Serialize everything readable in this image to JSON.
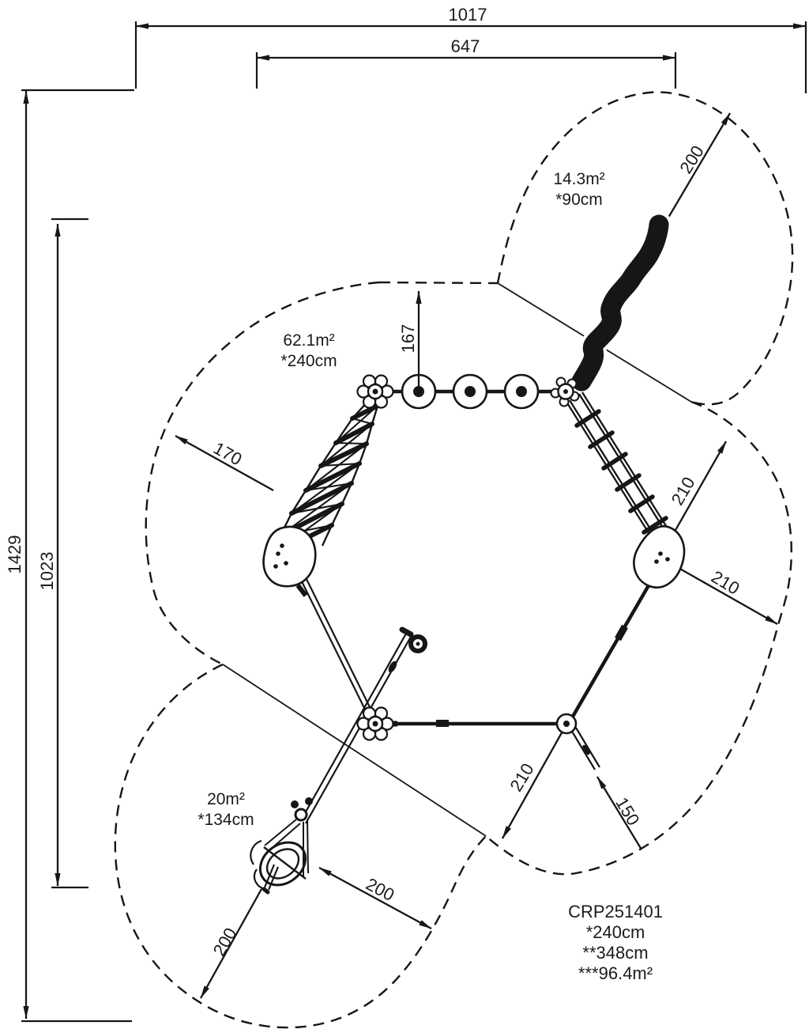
{
  "dimensions": {
    "overall_width": "1017",
    "inner_width": "647",
    "overall_height": "1429",
    "inner_height": "1023",
    "top_offset": "167",
    "net_clearance": "170",
    "slide_clearance": "200",
    "right_upper_clearance": "210",
    "right_lower_clearance": "210",
    "bottom_clearance": "210",
    "anchor_clearance": "150",
    "swing_clearance_left": "200",
    "swing_clearance_right": "200"
  },
  "zones": {
    "slide": {
      "area": "14.3m²",
      "fall_height": "*90cm"
    },
    "main": {
      "area": "62.1m²",
      "fall_height": "*240cm"
    },
    "swing": {
      "area": "20m²",
      "fall_height": "*134cm"
    }
  },
  "title_block": {
    "product_code": "CRP251401",
    "spec1": "*240cm",
    "spec2": "**348cm",
    "spec3": "***96.4m²"
  },
  "colors": {
    "line": "#161616",
    "background": "#ffffff"
  }
}
